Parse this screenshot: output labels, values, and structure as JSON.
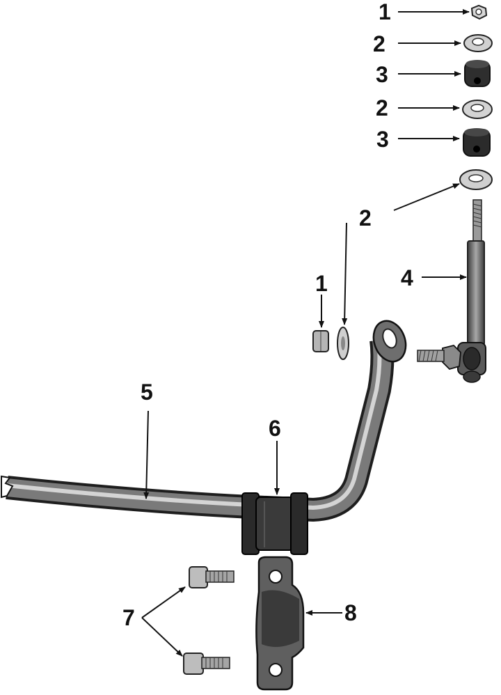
{
  "callouts": {
    "nut_top": "1",
    "washer_top": "2",
    "bushing_top": "3",
    "washer_mid": "2",
    "bushing_lower": "3",
    "washer_lower": "2",
    "link": "4",
    "nut_small": "1",
    "washer_small": "2",
    "stabilizer_bar": "5",
    "bar_bushing": "6",
    "bolts": "7",
    "bracket": "8"
  },
  "colors": {
    "ink": "#1a1a1a",
    "metal_dark": "#3a3a3a",
    "metal_mid": "#6b6b6b",
    "metal_light": "#b9b9b9",
    "rubber": "#2b2b2b"
  }
}
